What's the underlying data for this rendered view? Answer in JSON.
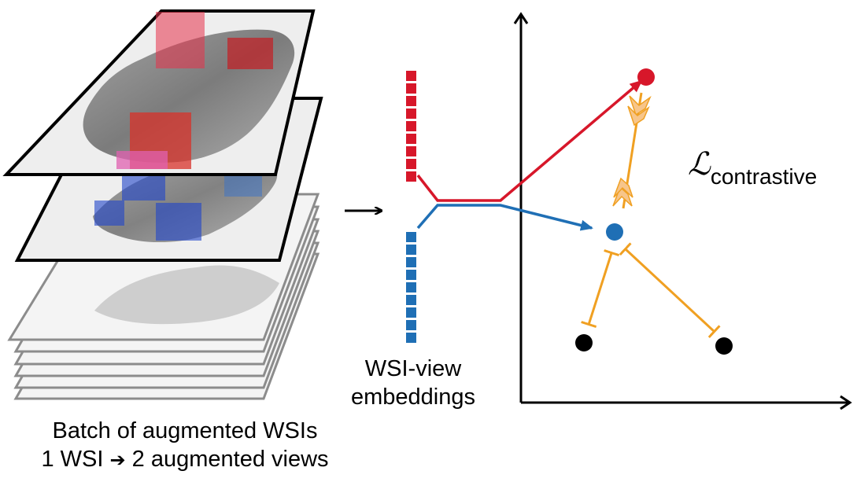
{
  "colors": {
    "view_a": "#d7172a",
    "view_b": "#1f6fb5",
    "negative": "#000000",
    "loss_link": "#f0a022",
    "slide_fill": "#ededed",
    "tissue": "#8a8a8a"
  },
  "batch_caption": {
    "line1": "Batch of augmented WSIs",
    "line2_left": "1 WSI",
    "arrow_glyph": "➔",
    "line2_right": "2 augmented views"
  },
  "embedding_caption": {
    "line1": "WSI-view",
    "line2": "embeddings"
  },
  "loss": {
    "symbol": "ℒ",
    "subscript": "contrastive"
  },
  "icons": {
    "flow_arrow": "right-arrow-icon"
  }
}
